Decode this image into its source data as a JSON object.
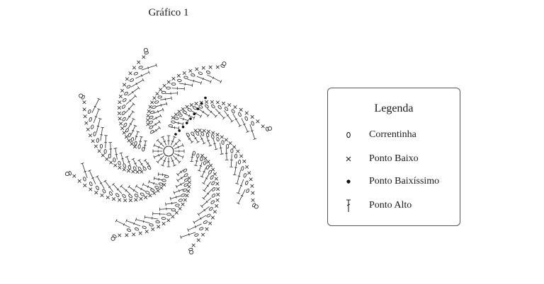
{
  "title": "Gráfico 1",
  "legend": {
    "title": "Legenda",
    "items": [
      {
        "symbol": "chain-oval",
        "label": "Correntinha"
      },
      {
        "symbol": "cross-x",
        "label": "Ponto Baixo"
      },
      {
        "symbol": "filled-dot",
        "label": "Ponto Baixíssimo"
      },
      {
        "symbol": "double-crochet-t",
        "label": "Ponto Alto"
      }
    ]
  },
  "diagram": {
    "petals": 8,
    "colors": {
      "stroke": "#2b2b2b",
      "background": "#ffffff"
    }
  }
}
